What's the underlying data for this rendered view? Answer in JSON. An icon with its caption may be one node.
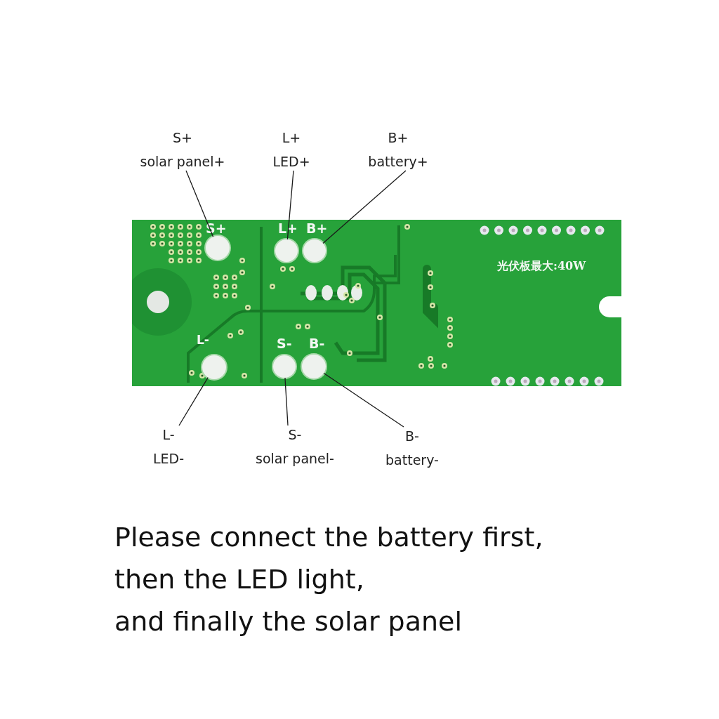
{
  "diagram": {
    "caption": "Please connect the battery first, then the LED light, and finally the solar panel",
    "nodes": [
      {
        "text": [
          "S+",
          "solar panel+"
        ]
      },
      {
        "text": [
          "L+",
          "LED+"
        ]
      },
      {
        "text": [
          "B+",
          "battery+"
        ]
      },
      {
        "text": [],
        "shape": "circle"
      },
      {
        "text": [],
        "shape": "circle"
      },
      {
        "text": [],
        "shape": "circle"
      },
      {
        "text": [],
        "shape": "circle"
      },
      {
        "text": [],
        "shape": "circle"
      },
      {
        "text": [],
        "shape": "circle"
      },
      {
        "text": [
          "L-",
          "LED-"
        ]
      },
      {
        "text": [
          "S-",
          "solar panel-"
        ]
      },
      {
        "text": [
          "B-",
          "battery-"
        ]
      }
    ],
    "edges": [
      {
        "from": 0,
        "to": 3,
        "arrow": "none"
      },
      {
        "from": 1,
        "to": 4,
        "arrow": "none"
      },
      {
        "from": 2,
        "to": 5,
        "arrow": "none"
      },
      {
        "from": 9,
        "to": 6,
        "arrow": "none"
      },
      {
        "from": 10,
        "to": 7,
        "arrow": "none"
      },
      {
        "from": 11,
        "to": 8,
        "arrow": "none"
      }
    ],
    "labels": [
      "S+",
      "L+",
      "B+",
      "光伏板最大:40W",
      "L-",
      "S-",
      "B-"
    ]
  }
}
